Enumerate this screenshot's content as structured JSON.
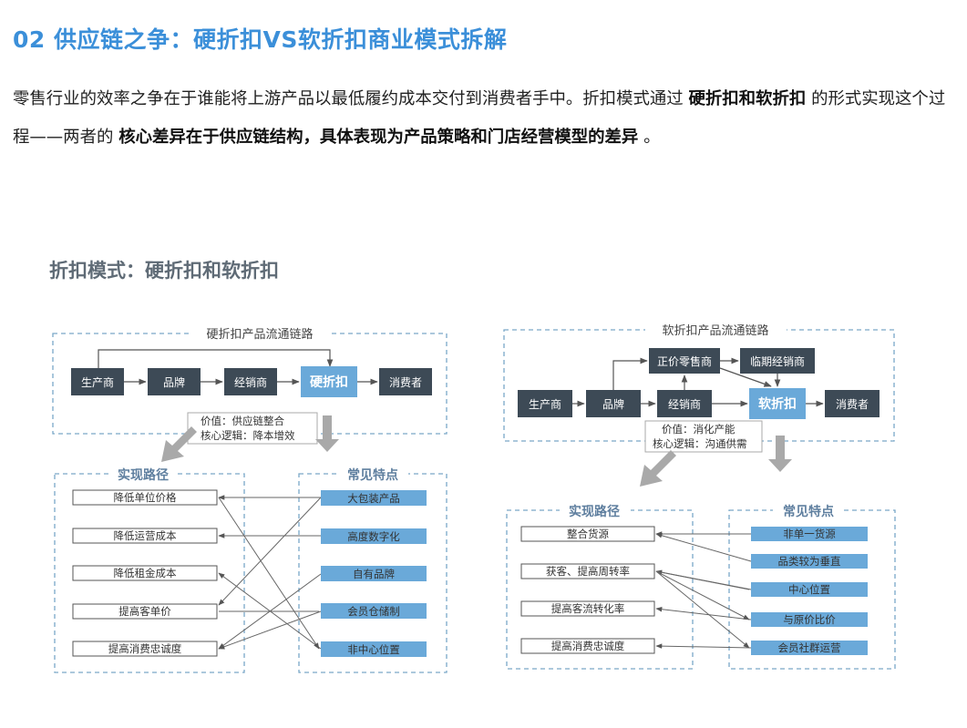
{
  "heading": "02 供应链之争：硬折扣VS软折扣商业模式拆解",
  "paragraph": {
    "p1": "零售行业的效率之争在于谁能将上游产品以最低履约成本交付到消费者手中。折扣模式通过 ",
    "b1": "硬折扣和软折扣",
    "p2": " 的形式实现这个过程——两者的 ",
    "b2": "核心差异在于供应链结构，具体表现为产品策略和门店经营模型的差异",
    "p3": " 。"
  },
  "figure": {
    "title": "折扣模式：硬折扣和软折扣",
    "colors": {
      "dark": "#3d4a56",
      "accent": "#6aa9d9",
      "arrow": "#a9a9a9",
      "dash": "#7aa8c8"
    },
    "hard": {
      "flow_title": "硬折扣产品流通链路",
      "nodes": [
        "生产商",
        "品牌",
        "经销商",
        "硬折扣",
        "消费者"
      ],
      "note_line1": "价值：供应链整合",
      "note_line2": "核心逻辑：降本增效",
      "paths_title": "实现路径",
      "features_title": "常见特点",
      "paths": [
        "降低单位价格",
        "降低运营成本",
        "降低租金成本",
        "提高客单价",
        "提高消费忠诚度"
      ],
      "features": [
        "大包装产品",
        "高度数字化",
        "自有品牌",
        "会员仓储制",
        "非中心位置"
      ]
    },
    "soft": {
      "flow_title": "软折扣产品流通链路",
      "nodes": [
        "生产商",
        "品牌",
        "经销商",
        "软折扣",
        "消费者"
      ],
      "upper_nodes": [
        "正价零售商",
        "临期经销商"
      ],
      "note_line1": "价值：消化产能",
      "note_line2": "核心逻辑：沟通供需",
      "paths_title": "实现路径",
      "features_title": "常见特点",
      "paths": [
        "整合货源",
        "获客、提高周转率",
        "提高客流转化率",
        "提高消费忠诚度"
      ],
      "features": [
        "非单一货源",
        "品类较为垂直",
        "中心位置",
        "与原价比价",
        "会员社群运营"
      ]
    }
  }
}
